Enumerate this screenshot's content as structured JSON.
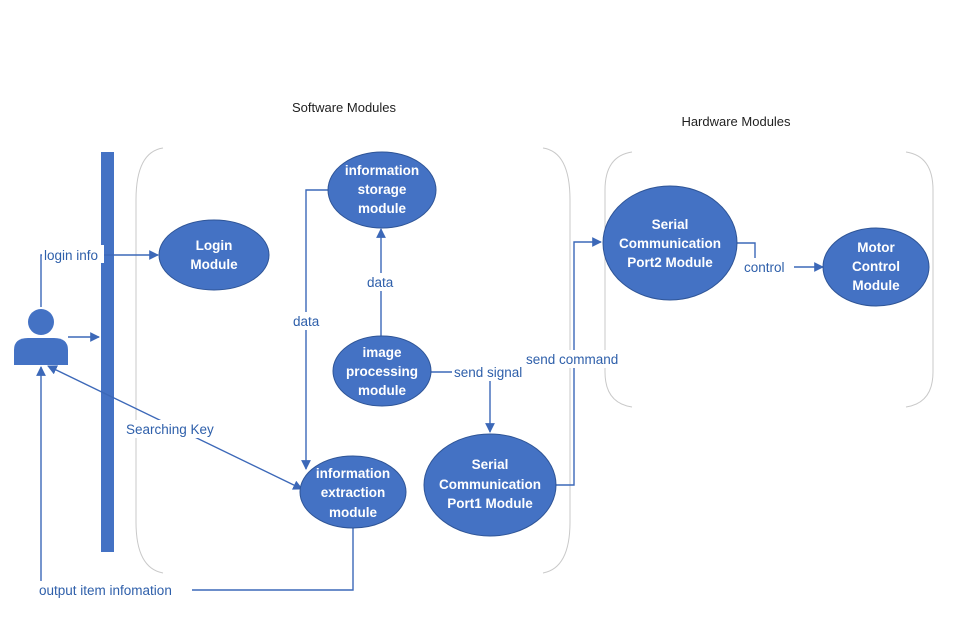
{
  "sections": {
    "software": "Software Modules",
    "hardware": "Hardware Modules"
  },
  "nodes": {
    "login": [
      "Login",
      "Module"
    ],
    "storage": [
      "information",
      "storage",
      "module"
    ],
    "image": [
      "image",
      "processing",
      "module"
    ],
    "extraction": [
      "information",
      "extraction",
      "module"
    ],
    "port1": [
      "Serial",
      "Communication",
      "Port1 Module"
    ],
    "port2": [
      "Serial",
      "Communication",
      "Port2 Module"
    ],
    "motor": [
      "Motor",
      "Control",
      "Module"
    ]
  },
  "edges": {
    "login_info": "login info",
    "data_up": "data",
    "data_left": "data",
    "send_signal": "send signal",
    "send_command": "send command",
    "control": "control",
    "searching_key": "Searching Key",
    "output_item": "output item infomation"
  },
  "colors": {
    "node_fill": "#4472c4",
    "edge": "#3c68b8",
    "edge_label": "#2e5faa",
    "bracket": "#c9c9c9"
  }
}
